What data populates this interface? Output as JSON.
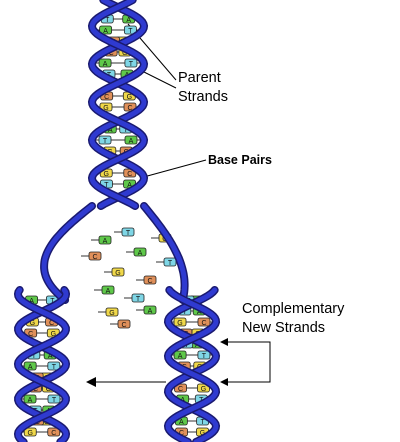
{
  "labels": {
    "parent_line1": "Parent",
    "parent_line2": "Strands",
    "base_pairs": "Base Pairs",
    "complementary_line1": "Complementary",
    "complementary_line2": "New Strands"
  },
  "bases": [
    "A",
    "T",
    "G",
    "C"
  ],
  "colors": {
    "backbone_dark": "#1a1a70",
    "backbone": "#2f3ad0",
    "base_A": "#5fc84a",
    "base_T": "#7fd6e6",
    "base_G": "#f0d84a",
    "base_C": "#e0905a",
    "line": "#000000"
  }
}
